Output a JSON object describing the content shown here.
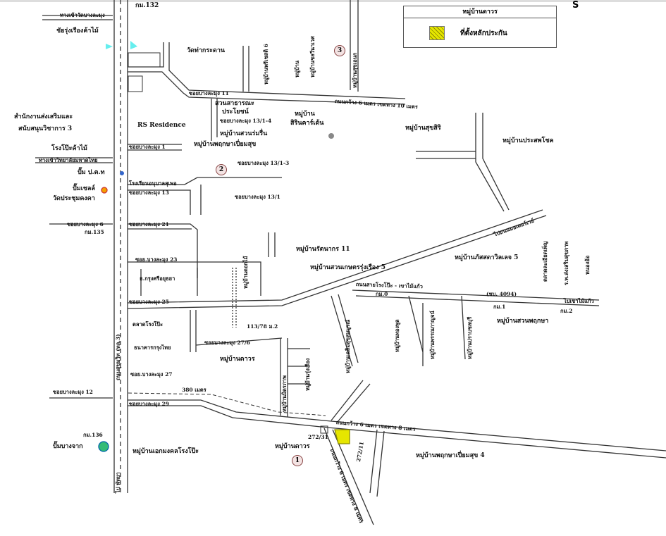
{
  "legend": {
    "title": "หมู่บ้านดาวร",
    "item": "ที่ตั้งหลักประกัน",
    "swatch_color": "#e6e600"
  },
  "compass": "S",
  "markers": {
    "m1": "1",
    "m2": "2",
    "m3": "3"
  },
  "labels": {
    "km132": "กม.132",
    "km135": "กม.135",
    "km136": "กม.136",
    "km0": "กม.0",
    "km1": "กม.1",
    "km2": "กม.2",
    "wat_entrance": "ทางเข้าวัดบางละมุง",
    "shop1": "ชัยรุ่งเรืองค้าไม้",
    "wat_tha": "วัดท่ากระดาน",
    "office": "สำนักงานส่งเสริมและ",
    "office2": "สนับสนุนวิชาการ 3",
    "rs": "RS Residence",
    "wood": "โรงโป๊ะค้าไม้",
    "uni": "ทางเข้าวิทยาลัยมหาดไทย",
    "ptt": "ปั๊ม ป.ต.ท",
    "shell": "ปั๊มเชลล์",
    "wat_pra": "วัดประชุมคงคา",
    "soi1": "ซอยบางละมุง 1",
    "school": "โรงเรียนอนุบาลสุเพอ",
    "soi13": "ซอยบางละมุง 13",
    "soi6": "ซอยบางละมุง 6",
    "soi21": "ซอยบางละมุง 21",
    "soi23": "ซอย.บางละมุง 23",
    "ayutthaya": "ธ.กรุงศรีอยุธยา",
    "soi25": "ซอยบางละมุง 25",
    "market": "ตลาดโรงโป๊ะ",
    "ktb": "ธนาคารกรุงไทย",
    "soi27": "ซอย.บางละมุง 27",
    "soi12": "ซอยบางละมุง 12",
    "soi29": "ซอยบางละมุง 29",
    "m380": "380 เมตร",
    "bangjak": "ปั๊มบางจาก",
    "akemongkol": "หมู่บ้านเอกมงคลโรงโป๊ะ",
    "pattaya": "ไป พัทยา",
    "highway": "ถนนสุขุมวิท (ทล.3)",
    "soi11": "ซอยบางละมุง 11",
    "park": "สวนสาธารณะ",
    "park2": "ประโยชน์",
    "soi13_1_4": "ซอยบางละมุง 13/1-4",
    "suan_rom": "หมู่บ้านสวนร่มรื่น",
    "phruksa_pp": "หมู่บ้านพฤกษาเปี่ยมสุข",
    "soi13_1_3": "ซอยบางละมุง 13/1-3",
    "soi13_1": "ซอยบางละมุง 13/1",
    "siri": "หมู่บ้าน",
    "siri2": "สิรินคาร์เด้น",
    "top_road": "ถนนกว้าง 6 เมตร เขตทาง 10 เมตร",
    "v_phor": "หมู่บ้านพรีเชสติ 6",
    "v_a": "หมู่บ้าน",
    "v_b": "หมู่บ้านชลวีนาเวศ",
    "v_c": "หมู่บ้านสุขเอนก",
    "suksiri": "หมู่บ้านสุขสิริ",
    "prasert": "หมู่บ้านประสพโชค",
    "to_motorway": "ไปถนนมอเตอร์เวย์",
    "ratnakorn": "หมู่บ้านรัตนากร 11",
    "suan_kaset": "หมู่บ้านสวนเกษตรรุ่งเรือง 5",
    "phatsadu": "หมู่บ้านภัสสดาวิลเลจ 5",
    "road_main": "ถนนสายโรงโป๊ะ - เขาไม้แก้ว",
    "ch4094": "(ชบ. 4094)",
    "to_khao": "ไปเขาไม้แก้ว",
    "suan_phruksa": "หมู่บ้านสวนพฤกษา",
    "hospital": "ร.พ.ส่งเสริมสุขภาพ",
    "sao": "ตลาดละเอียดเพ็ญ",
    "yai": "หนองอ้อ",
    "baan_dk": "หมู่บ้านดอกไม้",
    "addr": "113/78 ม.2",
    "soi27_6": "ซอยบางละมุง 27/6",
    "daowan_v": "หมู่บ้านดาวร",
    "v_chalerm": "หมู่บ้านเฉลิมสุขสมบูรณ์",
    "v_rung": "หมู่บ้านรุ่งเรือง",
    "v_panna": "หมู่บ้านพรรณกาญจน์",
    "v_pleng": "หมู่บ้านปราบชลบุรี",
    "v_khong": "หมู่บ้านทองพูล",
    "v_mango": "หมู่บ้านมิตรภาพ",
    "nr272": "272/31",
    "nr272b": "272/11",
    "daowan": "หมู่บ้านดาวร",
    "road8": "ถนนกว้าง 6 เมตร เขตทาง 8 เมตร",
    "road8b": "ถนนกว้าง 6 เมตร เขตทาง 8 เมตร",
    "phruksa4": "หมู่บ้านพฤกษาเปี่ยมสุข 4"
  }
}
